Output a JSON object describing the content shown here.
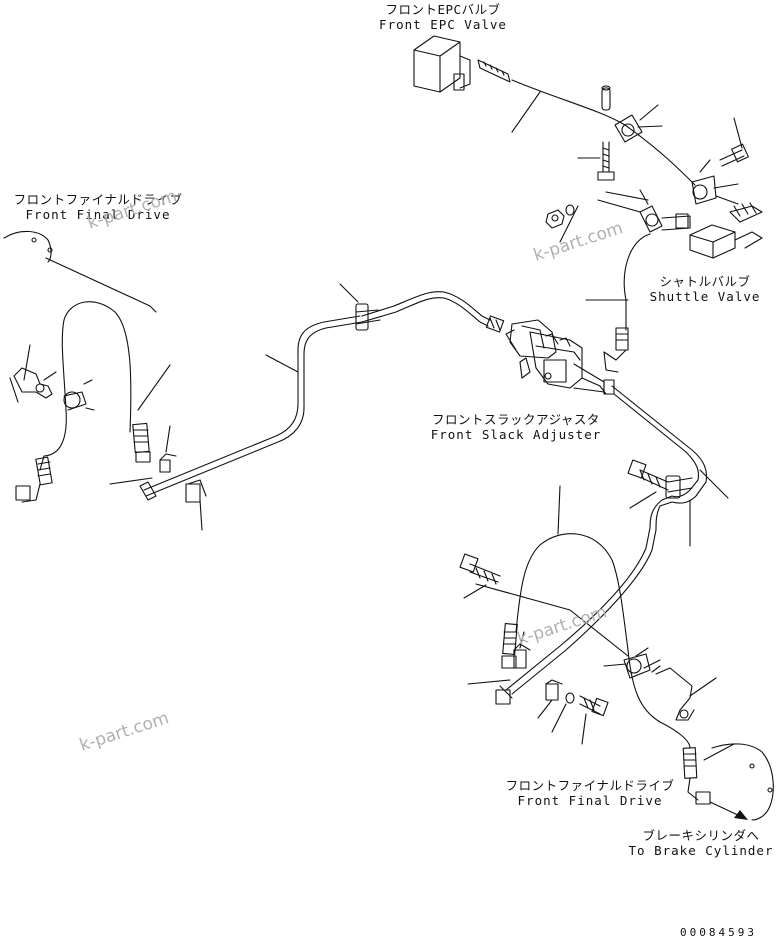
{
  "labels": {
    "front_epc_valve": {
      "jp": "フロントEPCバルブ",
      "en": "Front EPC Valve"
    },
    "front_final_drive_left": {
      "jp": "フロントファイナルドライブ",
      "en": "Front Final Drive"
    },
    "shuttle_valve": {
      "jp": "シャトルバルブ",
      "en": "Shuttle Valve"
    },
    "front_slack_adjuster": {
      "jp": "フロントスラックアジャスタ",
      "en": "Front Slack Adjuster"
    },
    "front_final_drive_right": {
      "jp": "フロントファイナルドライブ",
      "en": "Front Final Drive"
    },
    "to_brake_cylinder": {
      "jp": "ブレーキシリンダへ",
      "en": "To Brake Cylinder"
    }
  },
  "watermarks": [
    "k-part.com",
    "k-part.com",
    "k-part.com",
    "k-part.com"
  ],
  "drawing_code": "00084593",
  "colors": {
    "line": "#111111",
    "watermark": "#b0b0b0",
    "background": "#ffffff"
  }
}
